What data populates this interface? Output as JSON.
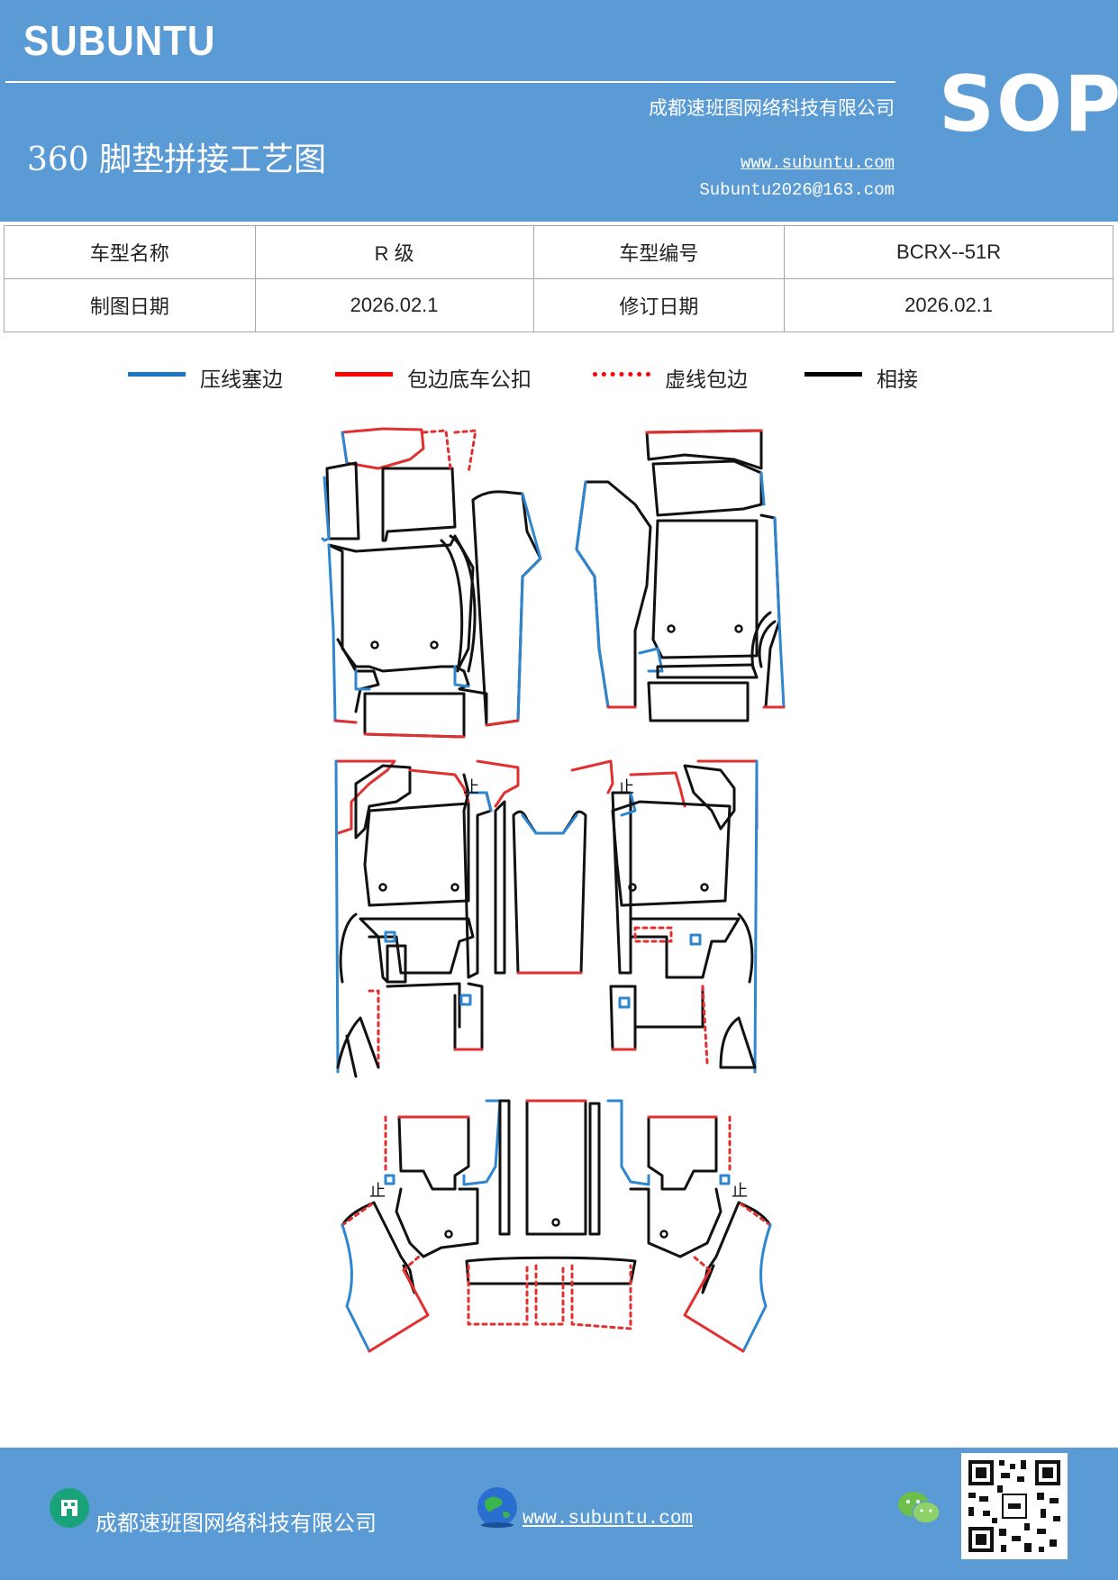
{
  "header": {
    "brand": "SUBUNTU",
    "company": "成都速班图网络科技有限公司",
    "title": "360 脚垫拼接工艺图",
    "website": "www.subuntu.com",
    "email": "Subuntu2026@163.com",
    "badge": "SOP",
    "bg_color": "#5b9bd5"
  },
  "info_table": {
    "row1": {
      "label1": "车型名称",
      "value1": "R 级",
      "label2": "车型编号",
      "value2": "BCRX--51R"
    },
    "row2": {
      "label1": "制图日期",
      "value1": "2026.02.1",
      "label2": "修订日期",
      "value2": "2026.02.1"
    }
  },
  "legend": {
    "items": [
      {
        "label": "压线塞边",
        "color": "#1f77c4",
        "style": "solid"
      },
      {
        "label": "包边底车公扣",
        "color": "#ff0000",
        "style": "solid"
      },
      {
        "label": "虚线包边",
        "color": "#ff0000",
        "style": "dotted"
      },
      {
        "label": "相接",
        "color": "#000000",
        "style": "solid"
      }
    ]
  },
  "diagram": {
    "colors": {
      "press": "#2e86d0",
      "wrap": "#e03030",
      "join": "#111111"
    },
    "marks": [
      "止",
      "止",
      "止",
      "止"
    ]
  },
  "footer": {
    "company": "成都速班图网络科技有限公司",
    "website": "www.subuntu.com",
    "icons": [
      "building-icon",
      "globe-icon",
      "wechat-icon",
      "qr-code"
    ]
  }
}
